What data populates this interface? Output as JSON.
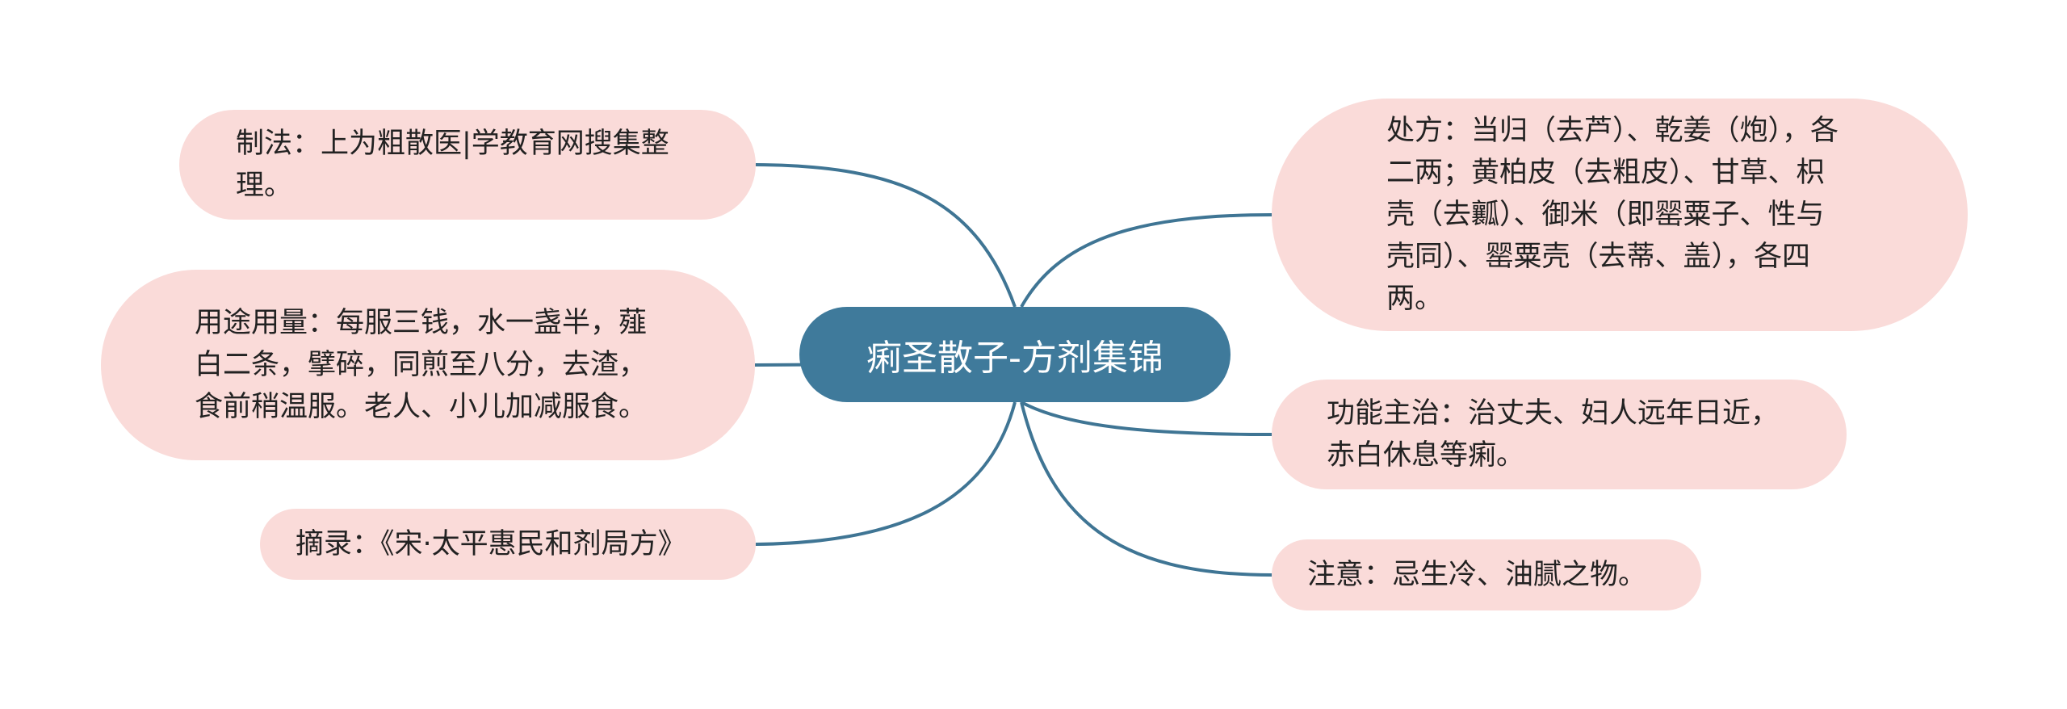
{
  "mindmap": {
    "root": {
      "label": "痢圣散子-方剂集锦"
    },
    "colors": {
      "root_fill": "#3f7a9b",
      "root_text": "#ffffff",
      "leaf_fill": "#fadbd9",
      "leaf_text": "#222222",
      "connector": "#3f7594",
      "background": "#ffffff"
    },
    "branches_left": [
      {
        "key": "method",
        "text": "制法：上为粗散医|学教育网搜集整理。"
      },
      {
        "key": "usage",
        "text": "用途用量：每服三钱，水一盏半，薤白二条，擘碎，同煎至八分，去渣，食前稍温服。老人、小儿加减服食。"
      },
      {
        "key": "source",
        "text": "摘录：《宋·太平惠民和剂局方》"
      }
    ],
    "branches_right": [
      {
        "key": "formula",
        "text": "处方：当归（去芦）、乾姜（炮），各二两；黄柏皮（去粗皮）、甘草、枳壳（去瓤）、御米（即罂粟子、性与壳同）、罂粟壳（去蒂、盖），各四两。"
      },
      {
        "key": "function",
        "text": "功能主治：治丈夫、妇人远年日近，赤白休息等痢。"
      },
      {
        "key": "caution",
        "text": "注意：忌生冷、油腻之物。"
      }
    ]
  }
}
